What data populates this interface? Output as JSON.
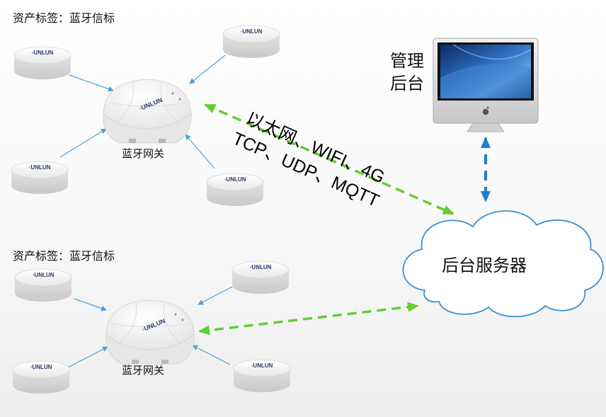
{
  "groups": [
    {
      "asset_label": "资产标签：蓝牙信标",
      "gateway_label": "蓝牙网关"
    },
    {
      "asset_label": "资产标签：蓝牙信标",
      "gateway_label": "蓝牙网关"
    }
  ],
  "device_logo": "UNLUN",
  "admin_label_line1": "管理",
  "admin_label_line2": "后台",
  "server_label": "后台服务器",
  "protocol_line1": "以太网、WIFI、4G",
  "protocol_line2": "TCP、UDP、MQTT",
  "colors": {
    "link_green": "#66cc33",
    "link_blue": "#1f7fc7",
    "thin_arrow": "#4aa3d8",
    "cloud_stroke": "#3b8fd0"
  },
  "icons": [
    "beacon-icon",
    "gateway-icon",
    "cloud-icon",
    "monitor-icon",
    "apple-logo-icon"
  ]
}
